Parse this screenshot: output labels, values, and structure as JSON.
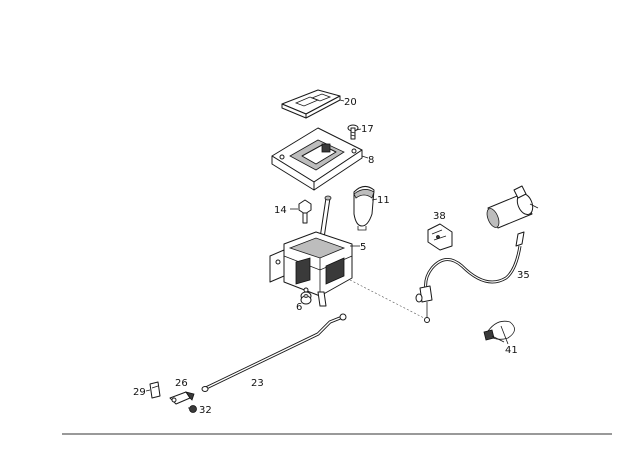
{
  "labels": {
    "p20": "20",
    "p17": "17",
    "p8": "8",
    "p11": "11",
    "p14": "14",
    "p38": "38",
    "p5": "5",
    "p35": "35",
    "p6": "6",
    "p41": "41",
    "p23": "23",
    "p26": "26",
    "p29": "29",
    "p32": "32"
  }
}
